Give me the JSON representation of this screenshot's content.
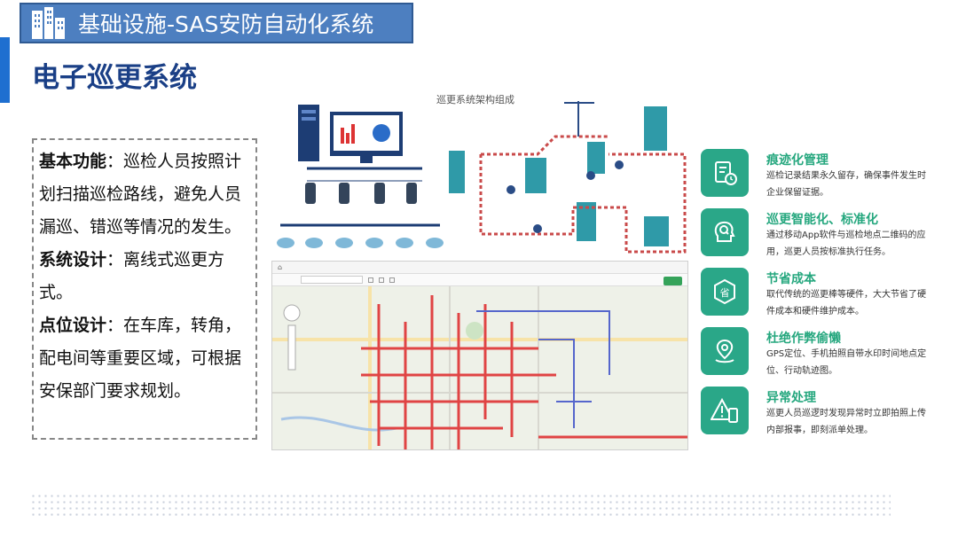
{
  "header": {
    "title": "基础设施-SAS安防自动化系统"
  },
  "section": {
    "title": "电子巡更系统"
  },
  "description": [
    {
      "label": "基本功能",
      "text": "：巡检人员按照计划扫描巡检路线，避免人员漏巡、错巡等情况的发生。"
    },
    {
      "label": "系统设计",
      "text": "：离线式巡更方式。"
    },
    {
      "label": "点位设计",
      "text": "：在车库，转角，配电间等重要区域，可根据安保部门要求规划。"
    }
  ],
  "diagram": {
    "caption": "巡更系统架构组成"
  },
  "features": [
    {
      "title": "痕迹化管理",
      "desc": "巡检记录结果永久留存，确保事件发生时企业保留证据。",
      "icon": "document-clock-icon"
    },
    {
      "title": "巡更智能化、标准化",
      "desc": "通过移动App软件与巡检地点二维码的应用，巡更人员按标准执行任务。",
      "icon": "brain-search-icon"
    },
    {
      "title": "节省成本",
      "desc": "取代传统的巡更棒等硬件，大大节省了硬件成本和硬件维护成本。",
      "icon": "savings-badge-icon"
    },
    {
      "title": "杜绝作弊偷懒",
      "desc": "GPS定位、手机拍照自带水印时间地点定位、行动轨迹图。",
      "icon": "location-pin-icon"
    },
    {
      "title": "异常处理",
      "desc": "巡更人员巡逻时发现异常时立即拍照上传内部报事，即刻派单处理。",
      "icon": "warning-phone-icon"
    }
  ],
  "colors": {
    "header_bg": "#4d7fc0",
    "accent_blue": "#1e6fd0",
    "title_blue": "#1a3f86",
    "feature_green": "#2aa788",
    "route_red": "#e04444",
    "route_blue": "#5566cc"
  }
}
